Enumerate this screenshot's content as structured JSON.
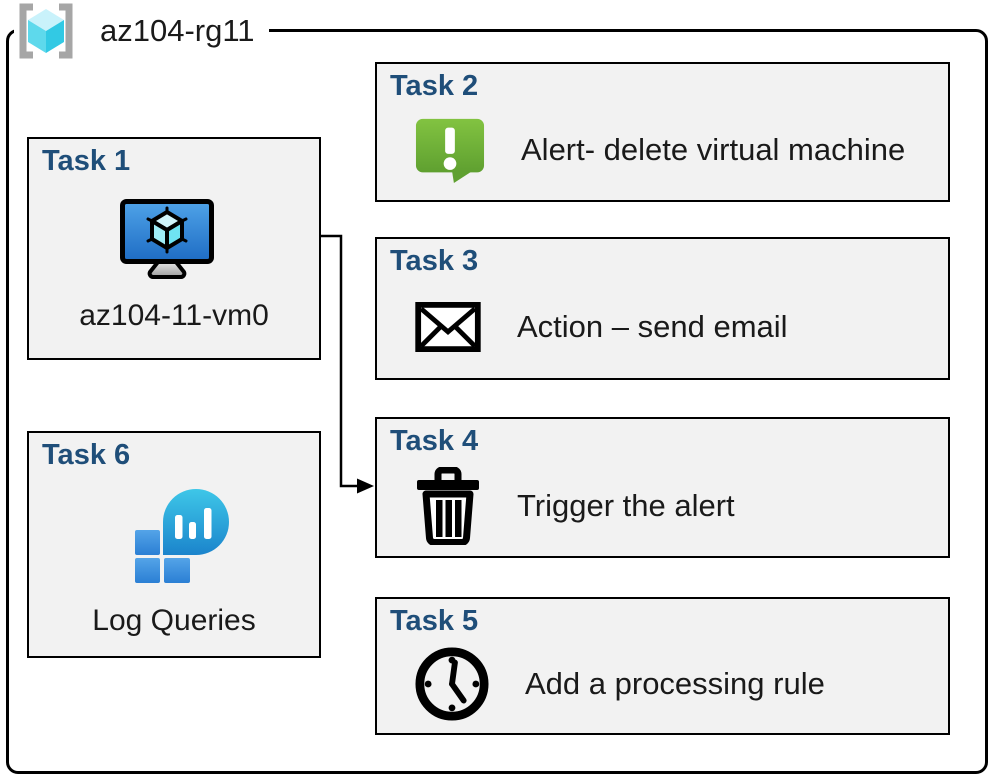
{
  "header": {
    "title": "az104-rg11",
    "icon": "resource-group-icon"
  },
  "tasks": [
    {
      "label": "Task 1",
      "item": "az104-11-vm0",
      "icon": "virtual-machine-icon"
    },
    {
      "label": "Task 2",
      "item": "Alert- delete virtual machine",
      "icon": "alert-icon"
    },
    {
      "label": "Task 3",
      "item": "Action – send email",
      "icon": "email-icon"
    },
    {
      "label": "Task 4",
      "item": "Trigger the alert",
      "icon": "trash-icon"
    },
    {
      "label": "Task 5",
      "item": "Add a processing rule",
      "icon": "clock-icon"
    },
    {
      "label": "Task 6",
      "item": "Log Queries",
      "icon": "log-queries-icon"
    }
  ],
  "connector": {
    "from": "Task 1",
    "to": "Task 4"
  },
  "colors": {
    "heading_blue": "#1F4E79",
    "box_fill": "#F2F2F2",
    "box_border": "#000000",
    "alert_green_top": "#82C341",
    "alert_green_bottom": "#5FA030",
    "vm_screen_top": "#4FA3E8",
    "vm_screen_bottom": "#1E6CC4",
    "cube_cyan_light": "#CFF4FB",
    "cube_cyan_mid": "#9FEDF7",
    "cube_cyan_dark": "#6FE3F2",
    "log_bubble_top": "#3EC7E8",
    "log_bubble_bottom": "#1B84CC",
    "log_square_top": "#54A4E8",
    "log_square_bottom": "#2B7FD4",
    "bracket_gray": "#A6A6A6"
  }
}
